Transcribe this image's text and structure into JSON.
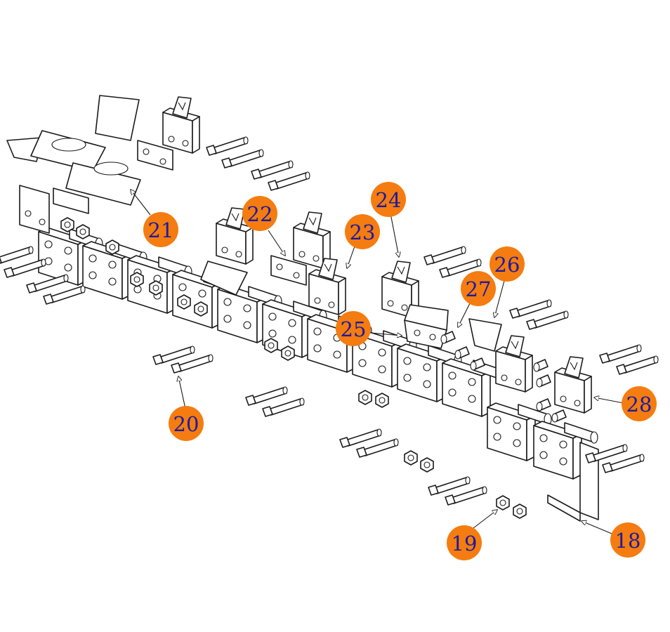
{
  "callouts": [
    {
      "id": "18",
      "label": "18"
    },
    {
      "id": "19",
      "label": "19"
    },
    {
      "id": "20",
      "label": "20"
    },
    {
      "id": "21",
      "label": "21"
    },
    {
      "id": "22",
      "label": "22"
    },
    {
      "id": "23",
      "label": "23"
    },
    {
      "id": "24",
      "label": "24"
    },
    {
      "id": "25",
      "label": "25"
    },
    {
      "id": "26",
      "label": "26"
    },
    {
      "id": "27",
      "label": "27"
    },
    {
      "id": "28",
      "label": "28"
    }
  ],
  "colors": {
    "callout_fill": "#f57c10",
    "callout_text": "#1c1c9c",
    "line": "#1a1a1a"
  }
}
